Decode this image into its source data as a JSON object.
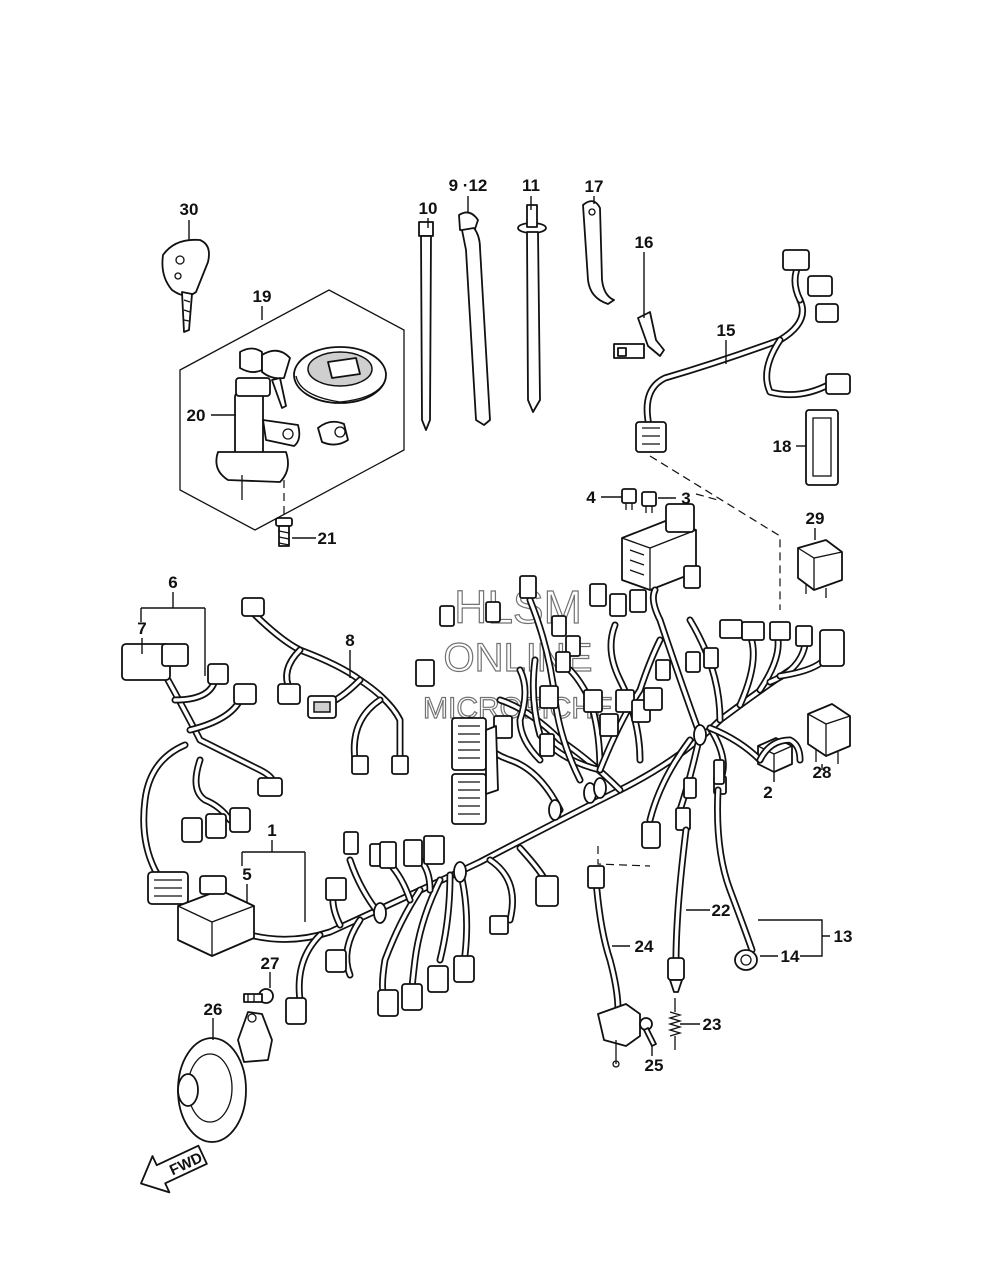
{
  "watermark": {
    "line1": "HLSM",
    "line2": "ONLINE",
    "line3": "MICROFICHE"
  },
  "direction_label": "FWD",
  "callouts": {
    "n1": "1",
    "n2": "2",
    "n3": "3",
    "n4": "4",
    "n5": "5",
    "n6": "6",
    "n7": "7",
    "n8": "8",
    "n9_12": "9 ·12",
    "n10": "10",
    "n11": "11",
    "n13": "13",
    "n14": "14",
    "n15": "15",
    "n16": "16",
    "n17": "17",
    "n18": "18",
    "n19": "19",
    "n20": "20",
    "n21": "21",
    "n22": "22",
    "n23": "23",
    "n24": "24",
    "n25": "25",
    "n26": "26",
    "n27": "27",
    "n28": "28",
    "n29": "29",
    "n30": "30"
  }
}
